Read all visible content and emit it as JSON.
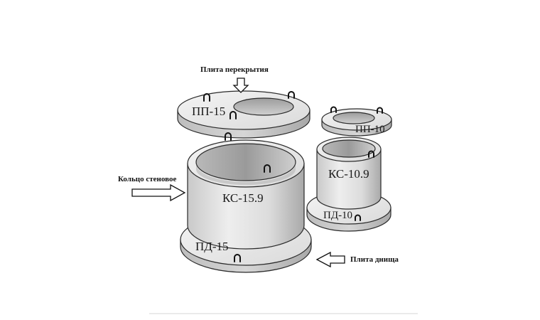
{
  "labels": {
    "top_slab_note": "Плита перекрытия",
    "wall_ring_note": "Кольцо стеновое",
    "bottom_slab_note": "Плита днища",
    "big_top_slab": "ПП-15",
    "big_ring": "КС-15.9",
    "big_bottom_slab": "ПД-15",
    "small_top_slab": "ПП-10",
    "small_ring": "КС-10.9",
    "small_bottom_slab": "ПД-10"
  }
}
